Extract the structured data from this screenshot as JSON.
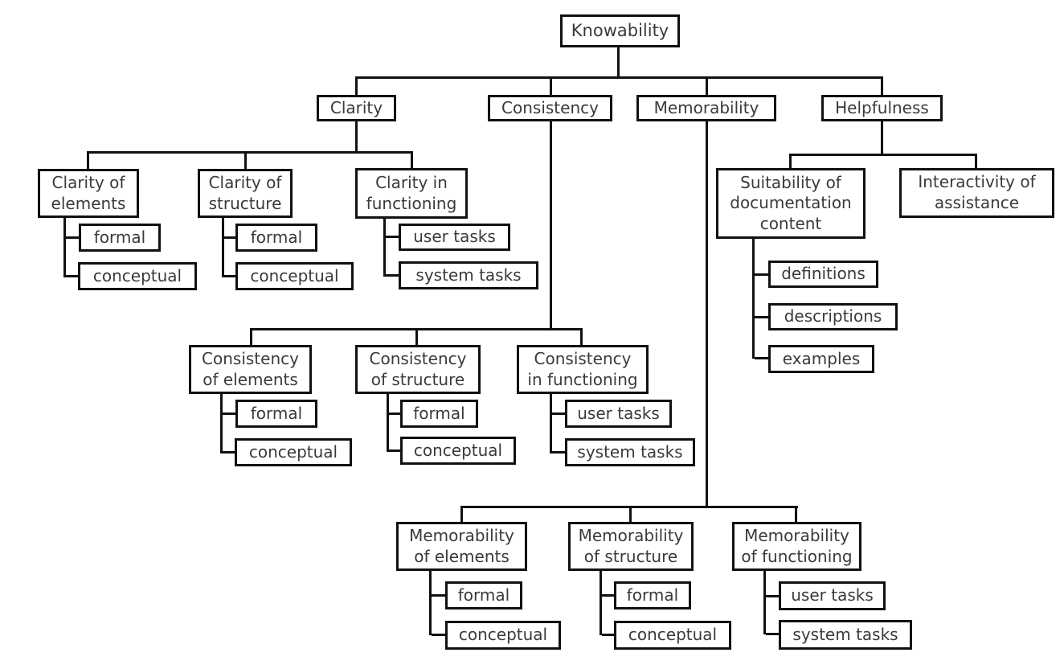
{
  "colors": {
    "line": "#111111",
    "box_border": "#111111",
    "box_background": "#ffffff",
    "text": "#3a3a3a",
    "background": "#ffffff"
  },
  "tree": {
    "root": {
      "label": "Knowability"
    },
    "branches": [
      {
        "label": "Clarity",
        "children": [
          {
            "label": "Clarity of\nelements",
            "children": [
              {
                "label": "formal"
              },
              {
                "label": "conceptual"
              }
            ]
          },
          {
            "label": "Clarity of\nstructure",
            "children": [
              {
                "label": "formal"
              },
              {
                "label": "conceptual"
              }
            ]
          },
          {
            "label": "Clarity in\nfunctioning",
            "children": [
              {
                "label": "user tasks"
              },
              {
                "label": "system tasks"
              }
            ]
          }
        ]
      },
      {
        "label": "Consistency",
        "children": [
          {
            "label": "Consistency\nof elements",
            "children": [
              {
                "label": "formal"
              },
              {
                "label": "conceptual"
              }
            ]
          },
          {
            "label": "Consistency\nof structure",
            "children": [
              {
                "label": "formal"
              },
              {
                "label": "conceptual"
              }
            ]
          },
          {
            "label": "Consistency\nin functioning",
            "children": [
              {
                "label": "user tasks"
              },
              {
                "label": "system tasks"
              }
            ]
          }
        ]
      },
      {
        "label": "Memorability",
        "children": [
          {
            "label": "Memorability\nof elements",
            "children": [
              {
                "label": "formal"
              },
              {
                "label": "conceptual"
              }
            ]
          },
          {
            "label": "Memorability\nof structure",
            "children": [
              {
                "label": "formal"
              },
              {
                "label": "conceptual"
              }
            ]
          },
          {
            "label": "Memorability\nof functioning",
            "children": [
              {
                "label": "user tasks"
              },
              {
                "label": "system tasks"
              }
            ]
          }
        ]
      },
      {
        "label": "Helpfulness",
        "children": [
          {
            "label": "Suitability of\ndocumentation\ncontent",
            "children": [
              {
                "label": "definitions"
              },
              {
                "label": "descriptions"
              },
              {
                "label": "examples"
              }
            ]
          },
          {
            "label": "Interactivity of\nassistance",
            "children": []
          }
        ]
      }
    ]
  }
}
